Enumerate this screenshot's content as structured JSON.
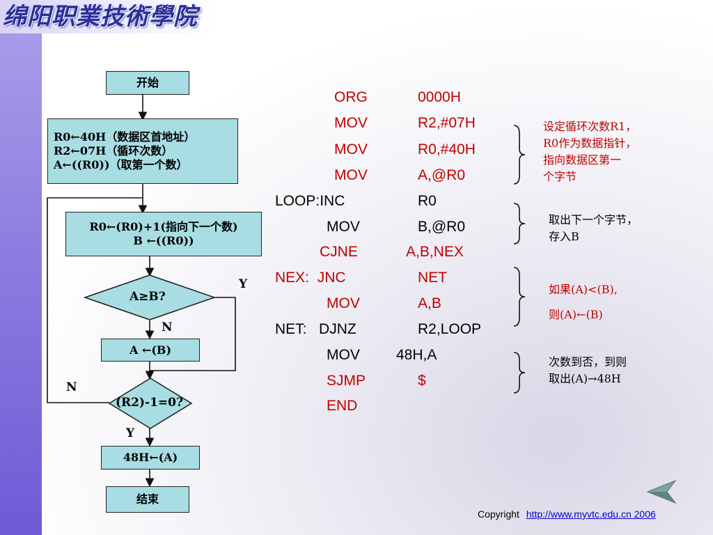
{
  "logo_text": "绵阳职業技術學院",
  "flowchart": {
    "start": "开始",
    "init_lines": [
      "R0←40H（数据区首地址）",
      "R2←07H（循环次数）",
      "A←((R0))（取第一个数）"
    ],
    "next_lines": [
      "R0←(R0)+1(指向下一个数)",
      "B ←((R0))"
    ],
    "compare": "A≥B?",
    "assign": "A ←(B)",
    "loop_check": "(R2)-1=0?",
    "store": "48H←(A)",
    "end": "结束",
    "label_y1": "Y",
    "label_n1": "N",
    "label_n2": "N",
    "label_y2": "Y"
  },
  "code_lines": [
    {
      "label": "",
      "op": "ORG",
      "arg": "0000H",
      "color": "red"
    },
    {
      "label": "",
      "op": "MOV",
      "arg": "R2,#07H",
      "color": "red"
    },
    {
      "label": "",
      "op": "MOV",
      "arg": "R0,#40H",
      "color": "red"
    },
    {
      "label": "",
      "op": "MOV",
      "arg": "A,@R0",
      "color": "red"
    },
    {
      "label": "LOOP:",
      "op": "INC",
      "arg": "R0",
      "color": "black"
    },
    {
      "label": "",
      "op": "MOV",
      "arg": "B,@R0",
      "color": "black"
    },
    {
      "label": "",
      "op": "CJNE",
      "arg": "A,B,NEX",
      "color": "red"
    },
    {
      "label": "NEX:",
      "op": "JNC",
      "arg": "NET",
      "color": "red"
    },
    {
      "label": "",
      "op": "MOV",
      "arg": "A,B",
      "color": "red"
    },
    {
      "label": "NET:",
      "op": "DJNZ",
      "arg": "R2,LOOP",
      "color": "black"
    },
    {
      "label": "",
      "op": "MOV",
      "arg": "48H,A",
      "color": "black"
    },
    {
      "label": "",
      "op": "SJMP",
      "arg": "$",
      "color": "red"
    },
    {
      "label": "",
      "op": "END",
      "arg": "",
      "color": "red"
    }
  ],
  "notes": {
    "n1": [
      "设定循环次数R1，",
      "R0作为数据指针，",
      "指向数据区第一",
      "个字节"
    ],
    "n2": [
      "取出下一个字节，",
      "存入B"
    ],
    "n3": [
      "如果(A)<(B),",
      "则(A)←(B)"
    ],
    "n4": [
      "次数到否，到则",
      "取出(A)→48H"
    ]
  },
  "colors": {
    "note_red": "#c00000",
    "box_fill": "#a8dde3",
    "sidebar": "#8f7fe0"
  },
  "footer": {
    "copyright": "Copyright",
    "link": "http://www.myvtc.edu.cn 2006"
  }
}
